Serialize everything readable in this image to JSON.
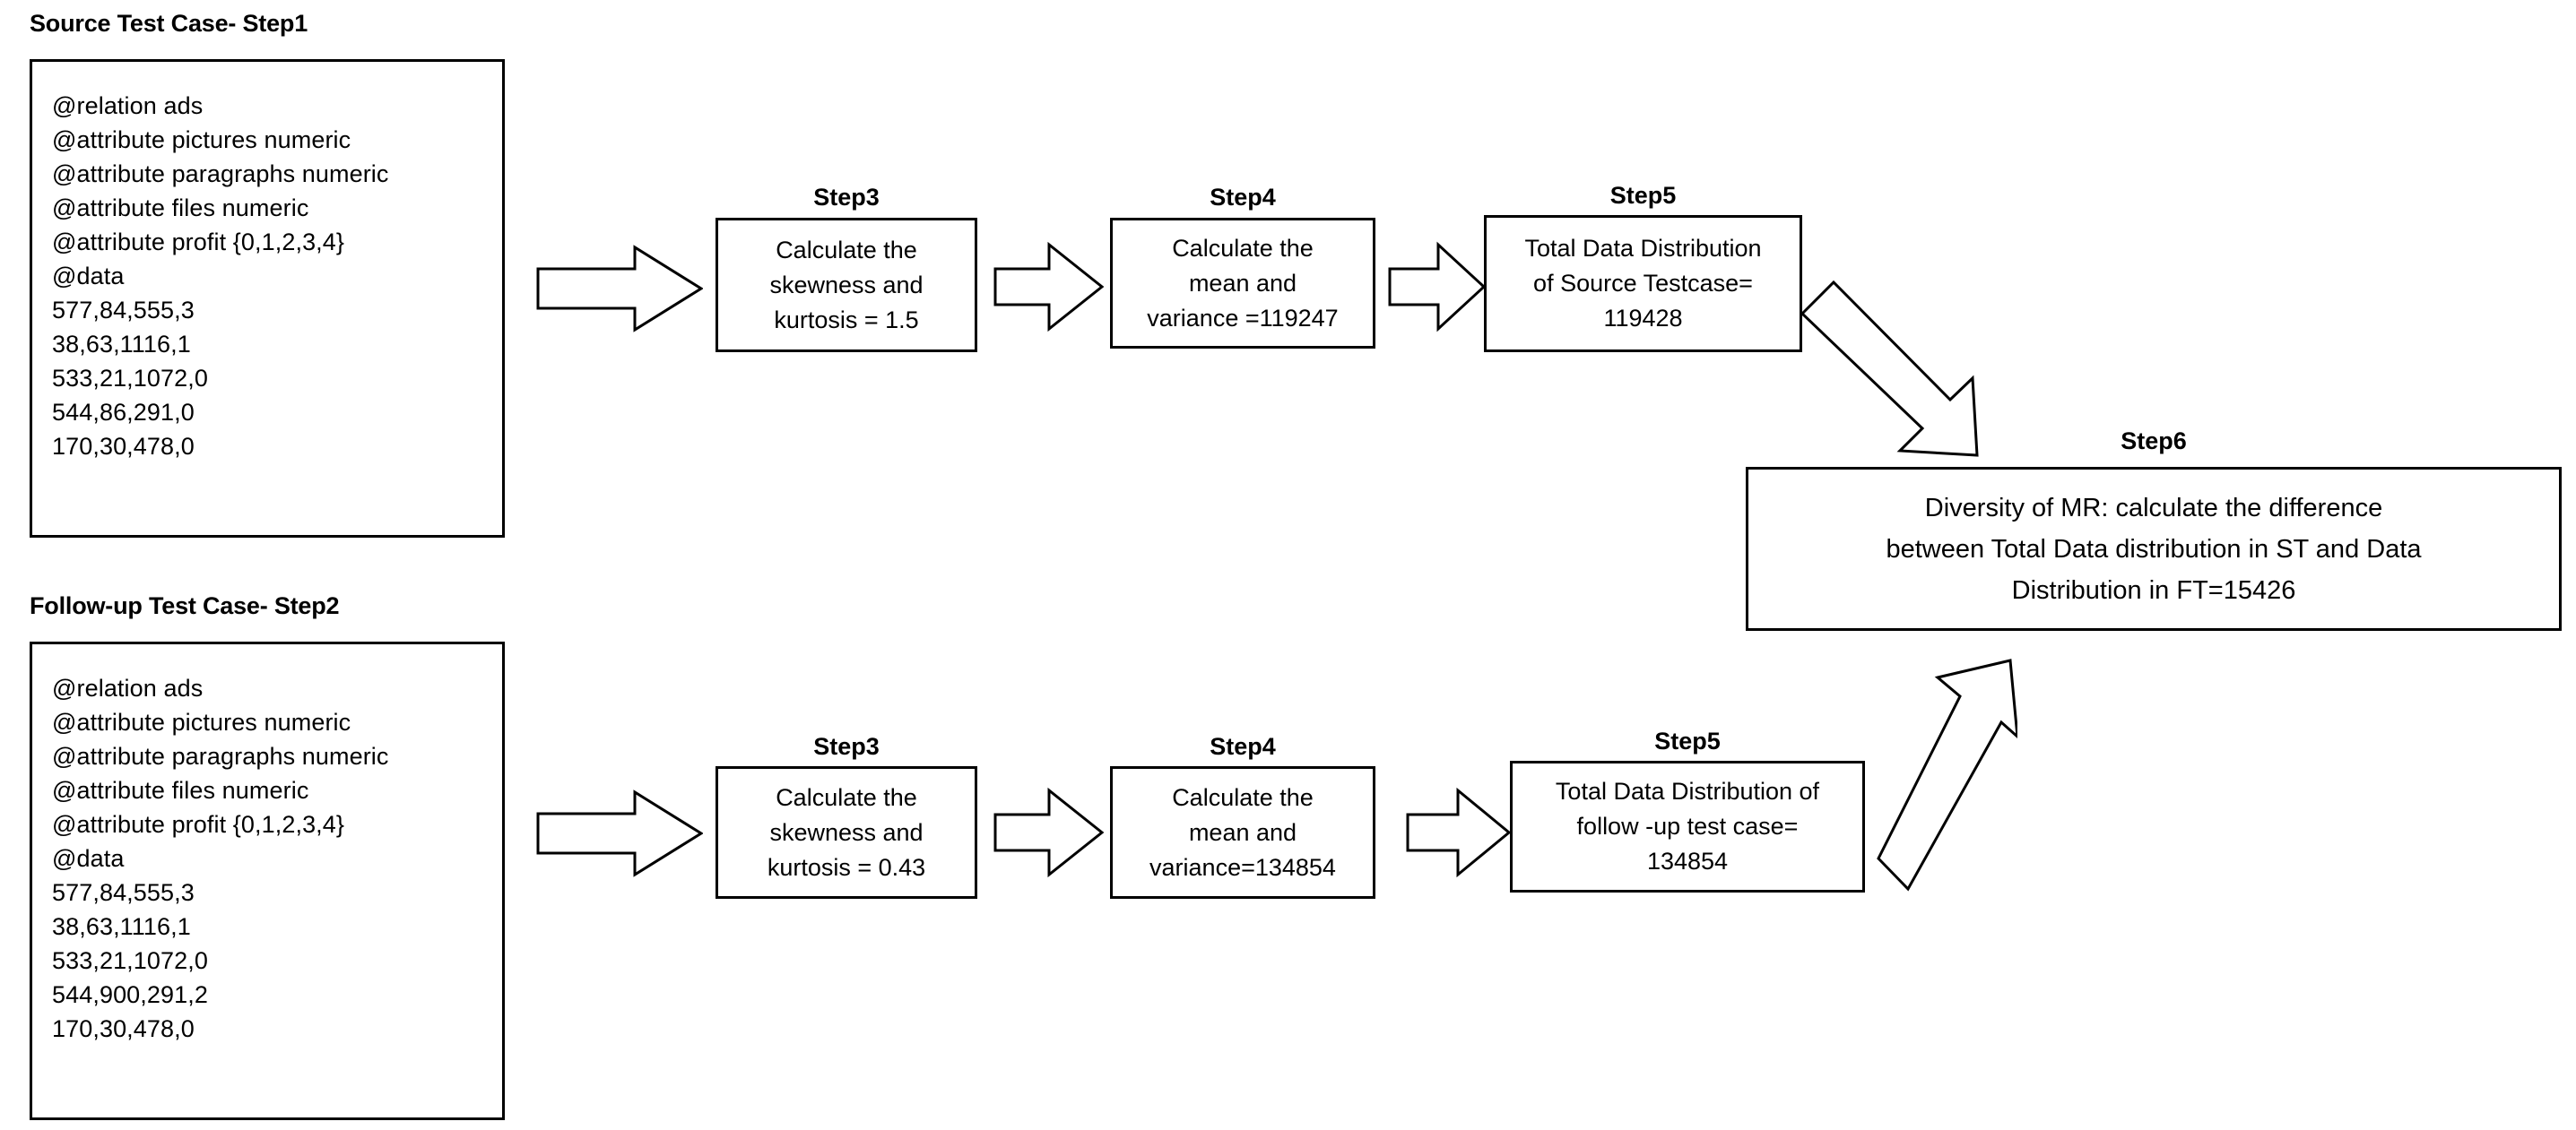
{
  "diagram": {
    "title": "Metamorphic testing data-distribution flow",
    "background": "#ffffff",
    "stroke": "#000000"
  },
  "source_case": {
    "caption": "Source Test Case- Step1",
    "lines": [
      "@relation ads",
      "@attribute pictures numeric",
      "@attribute paragraphs numeric",
      "@attribute files numeric",
      "@attribute profit {0,1,2,3,4}",
      "@data",
      "577,84,555,3",
      "38,63,1116,1",
      "533,21,1072,0",
      "544,86,291,0",
      "170,30,478,0"
    ]
  },
  "followup_case": {
    "caption": "Follow-up Test Case- Step2",
    "lines": [
      "@relation ads",
      "@attribute pictures numeric",
      "@attribute paragraphs numeric",
      "@attribute files numeric",
      "@attribute profit {0,1,2,3,4}",
      "@data",
      "577,84,555,3",
      "38,63,1116,1",
      "533,21,1072,0",
      "544,900,291,2",
      "170,30,478,0"
    ]
  },
  "top_row": {
    "step3": {
      "label": "Step3",
      "body": "Calculate the\nskewness and\nkurtosis = 1.5"
    },
    "step4": {
      "label": "Step4",
      "body": "Calculate the\nmean and\nvariance =119247"
    },
    "step5": {
      "label": "Step5",
      "body": "Total Data Distribution\nof Source Testcase=\n119428"
    }
  },
  "bottom_row": {
    "step3": {
      "label": "Step3",
      "body": "Calculate the\nskewness and\nkurtosis = 0.43"
    },
    "step4": {
      "label": "Step4",
      "body": "Calculate the\nmean and\nvariance=134854"
    },
    "step5": {
      "label": "Step5",
      "body": "Total Data Distribution of\nfollow -up test case=\n134854"
    }
  },
  "step6": {
    "label": "Step6",
    "body": "Diversity of MR: calculate the difference\nbetween Total Data distribution in ST and Data\nDistribution in FT=15426"
  },
  "arrows": {
    "source_to_step3": "block-arrow-right-icon",
    "top_step3_to_step4": "block-arrow-right-icon",
    "top_step4_to_step5": "block-arrow-right-icon",
    "top_step5_to_step6": "block-arrow-diagonal-down-right-icon",
    "followup_to_step3": "block-arrow-right-icon",
    "bottom_step3_to_step4": "block-arrow-right-icon",
    "bottom_step4_to_step5": "block-arrow-right-icon",
    "bottom_step5_to_step6": "block-arrow-diagonal-up-right-icon"
  }
}
